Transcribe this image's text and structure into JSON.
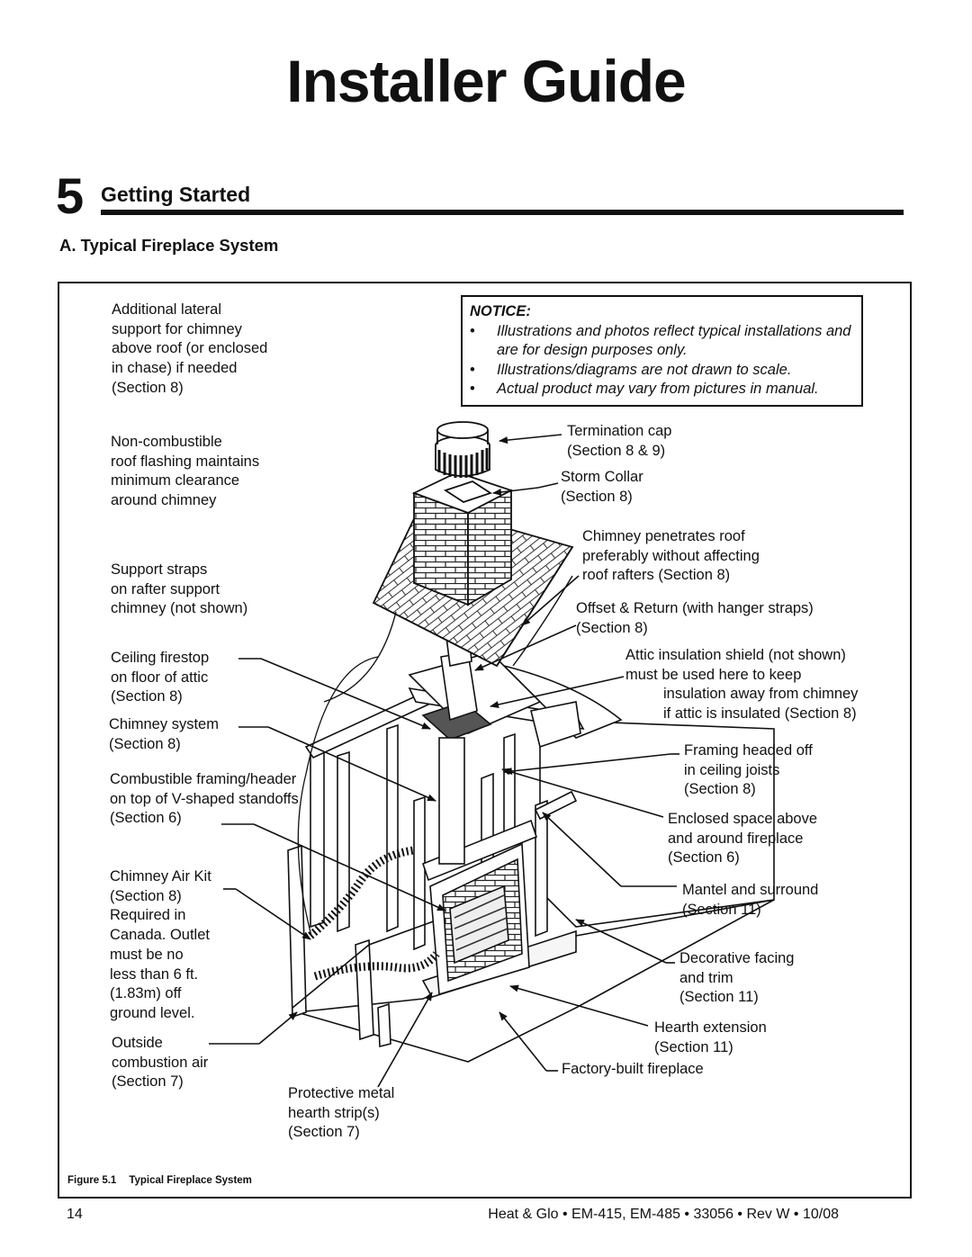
{
  "header": {
    "title": "Installer Guide"
  },
  "section": {
    "number": "5",
    "title": "Getting Started",
    "subsection": "A. Typical Fireplace System"
  },
  "notice": {
    "title": "NOTICE:",
    "items": [
      "Illustrations and photos reflect typical installations and are for design purposes only.",
      "Illustrations/diagrams are not drawn to scale.",
      "Actual product may vary from pictures in manual."
    ]
  },
  "labels": {
    "lateral_support": "Additional lateral\nsupport for chimney\nabove roof (or enclosed\nin chase) if needed\n(Section 8)",
    "roof_flashing": "Non-combustible\nroof flashing maintains\nminimum clearance\naround chimney",
    "support_straps": "Support straps\non rafter support\nchimney (not shown)",
    "ceiling_firestop": "Ceiling firestop\non floor of attic\n(Section 8)",
    "chimney_system": "Chimney system\n(Section 8)",
    "combustible_framing": "Combustible framing/header\non top of V-shaped  standoffs\n(Section 6)",
    "chimney_air_kit": "Chimney Air Kit\n(Section 8)\nRequired in\nCanada. Outlet\nmust be no\nless than 6 ft.\n(1.83m) off\nground level.",
    "outside_air": "Outside\ncombustion air\n(Section 7)",
    "hearth_strips": "Protective metal\nhearth strip(s)\n(Section 7)",
    "termination_cap": "Termination cap\n(Section 8 & 9)",
    "storm_collar": "Storm Collar\n(Section 8)",
    "chimney_penetrates": "Chimney penetrates roof\npreferably without affecting\nroof rafters (Section 8)",
    "offset_return": "Offset & Return (with hanger straps)\n(Section 8)",
    "attic_shield_1": "Attic insulation shield (not shown)\nmust be used here to keep",
    "attic_shield_2": "insulation away from chimney\nif attic is insulated (Section 8)",
    "framing_headed": "Framing headed off\nin ceiling joists\n(Section 8)",
    "enclosed_space": "Enclosed space above\nand around fireplace\n(Section 6)",
    "mantel": "Mantel and surround\n(Section 11)",
    "decorative_facing": "Decorative facing\nand trim\n(Section 11)",
    "hearth_extension": "Hearth extension\n(Section 11)",
    "factory_fireplace": "Factory-built fireplace"
  },
  "figure": {
    "number": "Figure 5.1",
    "caption": "Typical Fireplace System"
  },
  "footer": {
    "page": "14",
    "text": "Heat & Glo • EM-415, EM-485 • 33056 • Rev W • 10/08"
  }
}
